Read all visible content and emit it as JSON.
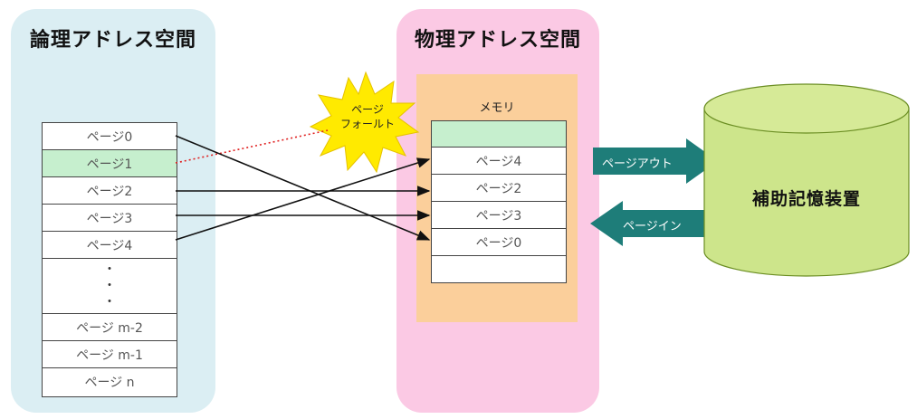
{
  "logical_space": {
    "title": "論理アドレス空間",
    "pages": [
      "ページ0",
      "ページ1",
      "ページ2",
      "ページ3",
      "ページ4"
    ],
    "ellipsis": [
      "・",
      "・",
      "・"
    ],
    "tail_pages": [
      "ページ m-2",
      "ページ m-1",
      "ページ n"
    ]
  },
  "physical_space": {
    "title": "物理アドレス空間",
    "memory_label": "メモリ",
    "memory_slots": [
      "",
      "ページ4",
      "ページ2",
      "ページ3",
      "ページ0",
      ""
    ]
  },
  "page_fault": {
    "line1": "ページ",
    "line2": "フォールト"
  },
  "page_out_label": "ページアウト",
  "page_in_label": "ページイン",
  "storage_label": "補助記憶装置",
  "colors": {
    "logical_bg": "#dbeef3",
    "physical_bg": "#fbc9e4",
    "memory_bg": "#fbcf9b",
    "highlight": "#c6efce",
    "teal_arrow": "#1e7d79",
    "storage": "#cde58b",
    "burst": "#ffea00",
    "fault_line": "#e02020"
  }
}
